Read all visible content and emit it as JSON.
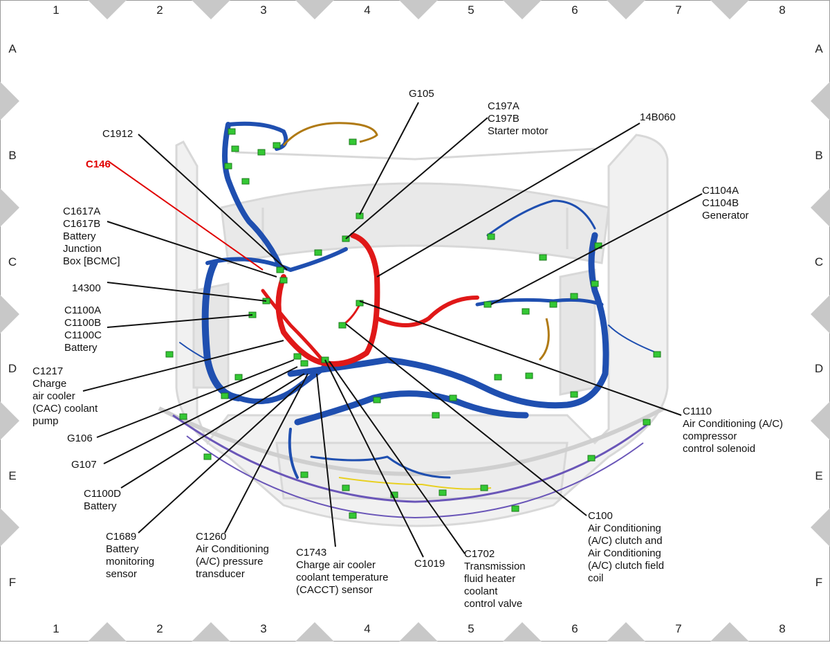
{
  "grid": {
    "columns": [
      "1",
      "2",
      "3",
      "4",
      "5",
      "6",
      "7",
      "8"
    ],
    "rows": [
      "A",
      "B",
      "C",
      "D",
      "E",
      "F"
    ]
  },
  "callouts": {
    "g105": "G105",
    "c197": "C197A\nC197B\nStarter motor",
    "b060": "14B060",
    "c1912": "C1912",
    "c146": "C146",
    "c1617": "C1617A\nC1617B\nBattery\nJunction\nBox [BCMC]",
    "c14300": "14300",
    "c1100abc": "C1100A\nC1100B\nC1100C\nBattery",
    "c1217": "C1217\nCharge\nair cooler\n(CAC) coolant\npump",
    "g106": "G106",
    "g107": "G107",
    "c1100d": "C1100D\nBattery",
    "c1689": "C1689\nBattery\nmonitoring\nsensor",
    "c1260": "C1260\nAir Conditioning\n(A/C) pressure\ntransducer",
    "c1743": "C1743\nCharge air cooler\ncoolant temperature\n(CACCT) sensor",
    "c1019": "C1019",
    "c1702": "C1702\nTransmission\nfluid heater\ncoolant\ncontrol valve",
    "c100": "C100\nAir Conditioning\n(A/C) clutch and\nAir Conditioning\n(A/C) clutch field\ncoil",
    "c1110": "C1110\nAir Conditioning (A/C)\ncompressor\ncontrol solenoid",
    "c1104": "C1104A\nC1104B\nGenerator"
  },
  "colors": {
    "harness_main": "#1f4fb0",
    "harness_power": "#e01818",
    "harness_secondary": "#6a56b8",
    "connector": "#34c834",
    "highlight_callout": "#e00000",
    "border_diamond": "#c8c8c8"
  }
}
